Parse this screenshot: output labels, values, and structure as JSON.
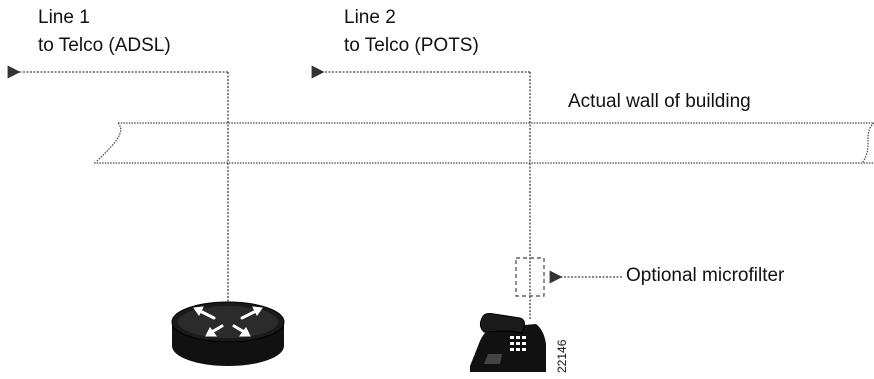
{
  "line1": {
    "title": "Line 1",
    "subtitle": "to Telco (ADSL)"
  },
  "line2": {
    "title": "Line 2",
    "subtitle": "to Telco (POTS)"
  },
  "wall_label": "Actual wall of building",
  "microfilter_label": "Optional microfilter",
  "figure_number": "22146",
  "colors": {
    "line": "#555555",
    "device": "#111111"
  },
  "icons": [
    "router-icon",
    "telephone-icon",
    "arrow-left-icon"
  ]
}
